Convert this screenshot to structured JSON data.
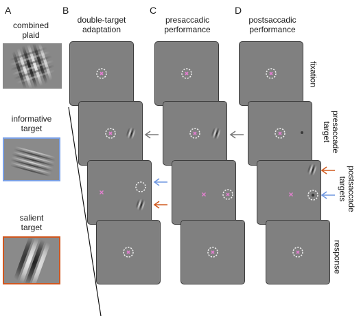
{
  "panels": {
    "a": {
      "letter": "A",
      "stimuli": [
        {
          "label_line1": "combined",
          "label_line2": "plaid"
        },
        {
          "label_line1": "informative",
          "label_line2": "target",
          "border_color": "#7aa0e6"
        },
        {
          "label_line1": "salient",
          "label_line2": "target",
          "border_color": "#d0561e"
        }
      ]
    },
    "b": {
      "letter": "B",
      "title_line1": "double-target",
      "title_line2": "adaptation"
    },
    "c": {
      "letter": "C",
      "title_line1": "presaccadic",
      "title_line2": "performance"
    },
    "d": {
      "letter": "D",
      "title_line1": "postsaccadic",
      "title_line2": "performance"
    }
  },
  "rows": [
    {
      "line1": "fixation"
    },
    {
      "line1": "presaccade",
      "line2": "target"
    },
    {
      "line1": "postsaccade",
      "line2": "targets"
    },
    {
      "line1": "response"
    }
  ],
  "colors": {
    "screen": "#808080",
    "informative": "#6f97e0",
    "salient": "#d05a1e",
    "presaccade_arrow": "#7a7a7a",
    "fixation_cross": "#e27fcf"
  }
}
